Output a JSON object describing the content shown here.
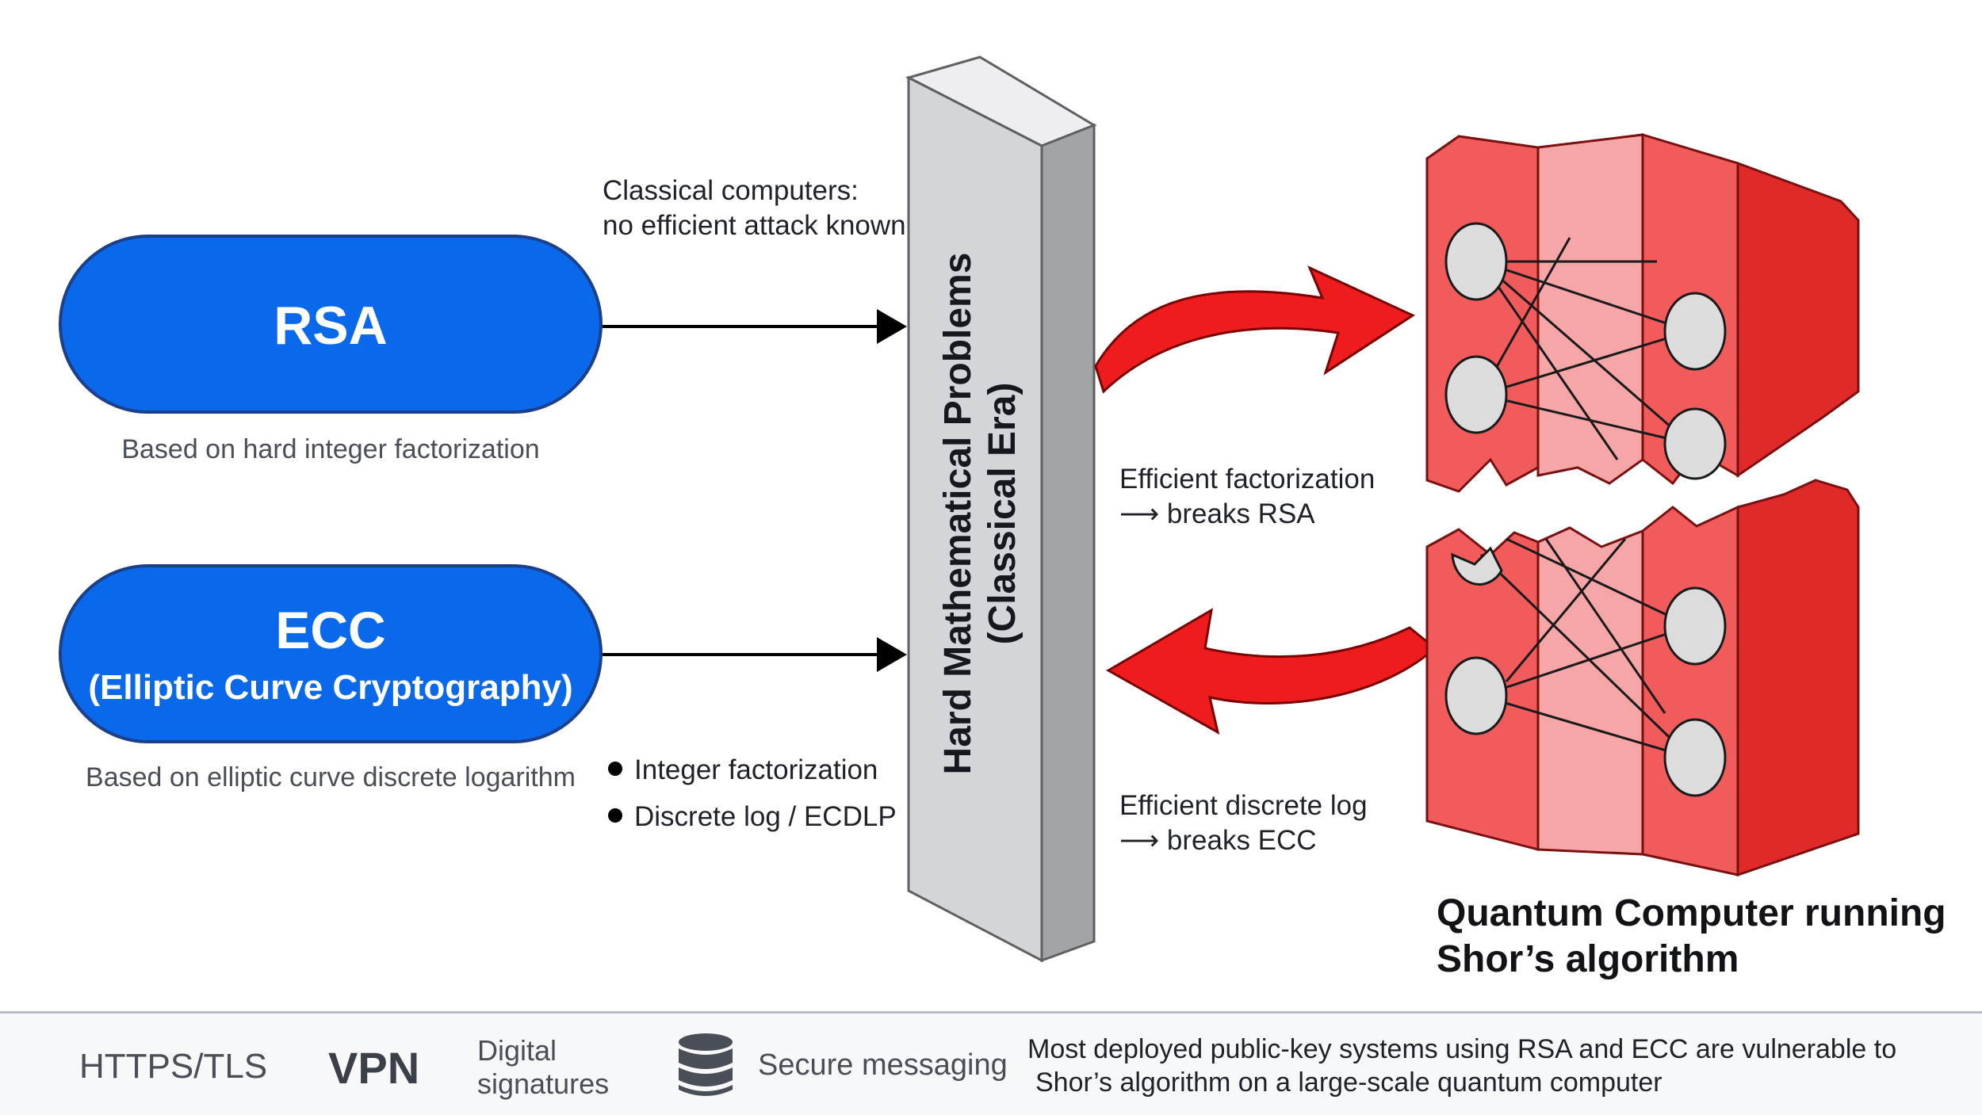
{
  "rsa": {
    "title": "RSA",
    "caption": "Based on hard integer factorization"
  },
  "ecc": {
    "title": "ECC",
    "subtitle": "(Elliptic Curve Cryptography)",
    "caption": "Based on elliptic curve discrete logarithm"
  },
  "classical_note": {
    "line1": "Classical computers:",
    "line2": "no efficient attack known"
  },
  "problems": [
    "Integer factorization",
    "Discrete log / ECDLP"
  ],
  "wall": {
    "line1": "Hard Mathematical Problems",
    "line2": "(Classical Era)"
  },
  "attack_rsa": {
    "line1": "Efficient factorization",
    "line2": "⟶ breaks RSA"
  },
  "attack_ecc": {
    "line1": "Efficient discrete log",
    "line2": "⟶ breaks ECC"
  },
  "quantum": {
    "line1": "Quantum Computer running",
    "line2": "Shor’s algorithm"
  },
  "footer": {
    "https": "HTTPS/TLS",
    "vpn": "VPN",
    "digital_line1": "Digital",
    "digital_line2": "signatures",
    "messaging": "Secure messaging",
    "note_line1": "Most deployed public-key systems using RSA and ECC are vulnerable to",
    "note_line2": "Shor’s algorithm on a large-scale quantum computer"
  },
  "icons": [
    "database-icon",
    "bullet-icon"
  ],
  "colors": {
    "pill_blue": "#0a68ea",
    "pill_border": "#1c3f8a",
    "wall_front": "#d4d5d8",
    "wall_side": "#a2a4a8",
    "quantum_red": "#f15b5b",
    "quantum_side": "#e02a2a",
    "quantum_pink": "#f6a6a6",
    "arrow_red": "#ee1c1c",
    "text_dark": "#1f2329",
    "text_gray": "#4a4f57"
  }
}
